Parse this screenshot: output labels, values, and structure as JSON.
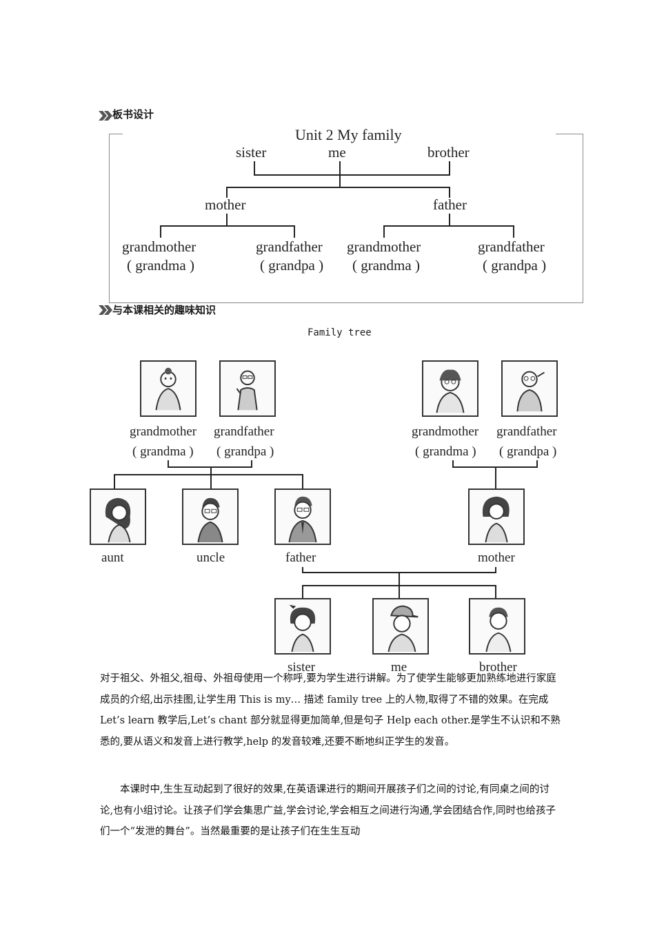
{
  "board_section": {
    "heading": "板书设计"
  },
  "board": {
    "title": "Unit 2  My family",
    "row1": {
      "left": "sister",
      "center": "me",
      "right": "brother"
    },
    "row2": {
      "left": "mother",
      "right": "father"
    },
    "row3": [
      {
        "name": "grandmother",
        "alias": "( grandma )"
      },
      {
        "name": "grandfather",
        "alias": "( grandpa )"
      },
      {
        "name": "grandmother",
        "alias": "( grandma )"
      },
      {
        "name": "grandfather",
        "alias": "( grandpa )"
      }
    ]
  },
  "fun_section": {
    "heading": "与本课相关的趣味知识"
  },
  "family_tree": {
    "caption": "Family tree",
    "top_left": [
      {
        "name": "grandmother",
        "alias": "( grandma )",
        "icon": "grandmother-portrait"
      },
      {
        "name": "grandfather",
        "alias": "( grandpa )",
        "icon": "grandfather-portrait"
      }
    ],
    "top_right": [
      {
        "name": "grandmother",
        "alias": "( grandma )",
        "icon": "grandmother-portrait"
      },
      {
        "name": "grandfather",
        "alias": "( grandpa )",
        "icon": "grandfather-portrait"
      }
    ],
    "middle": [
      {
        "name": "aunt",
        "icon": "aunt-portrait"
      },
      {
        "name": "uncle",
        "icon": "uncle-portrait"
      },
      {
        "name": "father",
        "icon": "father-portrait"
      },
      {
        "name": "mother",
        "icon": "mother-portrait"
      }
    ],
    "bottom": [
      {
        "name": "sister",
        "icon": "sister-portrait"
      },
      {
        "name": "me",
        "icon": "me-portrait"
      },
      {
        "name": "brother",
        "icon": "brother-portrait"
      }
    ]
  },
  "paragraphs": {
    "p1": "对于祖父、外祖父,祖母、外祖母使用一个称呼,要为学生进行讲解。为了使学生能够更加熟练地进行家庭成员的介绍,出示挂图,让学生用 This is my… 描述 family tree 上的人物,取得了不错的效果。在完成 Let’s learn 教学后,Let’s chant 部分就显得更加简单,但是句子 Help each other.是学生不认识和不熟悉的,要从语义和发音上进行教学,help 的发音较难,还要不断地纠正学生的发音。",
    "p2": "本课时中,生生互动起到了很好的效果,在英语课进行的期间开展孩子们之间的讨论,有同桌之间的讨论,也有小组讨论。让孩子们学会集思广益,学会讨论,学会相互之间进行沟通,学会团结合作,同时也给孩子们一个“发泄的舞台”。当然最重要的是让孩子们在生生互动"
  }
}
